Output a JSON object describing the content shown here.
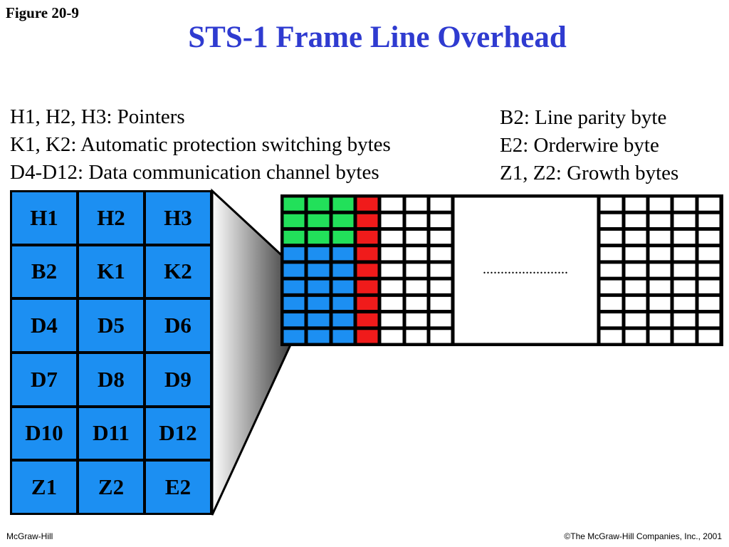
{
  "figure_label": "Figure 20-9",
  "title": "STS-1 Frame Line Overhead",
  "legend_left": [
    "H1, H2, H3:  Pointers",
    "K1, K2:  Automatic protection switching bytes",
    "D4-D12:  Data communication channel bytes"
  ],
  "legend_right": [
    "B2:  Line parity byte",
    "E2:  Orderwire byte",
    "Z1, Z2:  Growth bytes"
  ],
  "overhead_cells": [
    [
      "H1",
      "H2",
      "H3"
    ],
    [
      "B2",
      "K1",
      "K2"
    ],
    [
      "D4",
      "D5",
      "D6"
    ],
    [
      "D7",
      "D8",
      "D9"
    ],
    [
      "D10",
      "D11",
      "D12"
    ],
    [
      "Z1",
      "Z2",
      "E2"
    ]
  ],
  "frame": {
    "rows": 9,
    "section_overhead_rows": 3,
    "overhead_columns": 3,
    "colors": {
      "section_overhead": "#22e05a",
      "line_overhead": "#1c8ff2",
      "path_overhead": "#f01b1b",
      "payload": "#ffffff"
    },
    "ellipsis": "........................"
  },
  "footer": {
    "left": "McGraw-Hill",
    "right": "©The McGraw-Hill Companies, Inc., 2001"
  }
}
